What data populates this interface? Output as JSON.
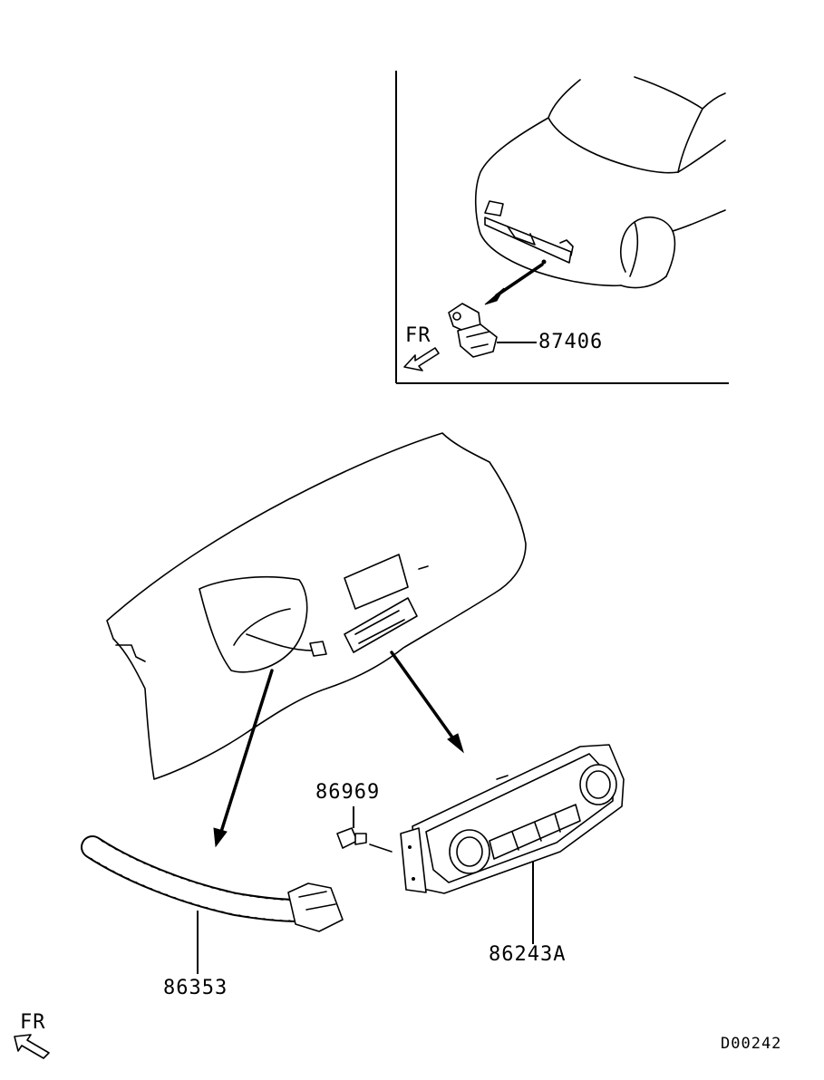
{
  "parts": {
    "sensor": "87406",
    "clip": "86969",
    "harness": "86353",
    "control_unit": "86243A"
  },
  "direction": {
    "inset_label": "FR",
    "main_label": "FR"
  },
  "drawing_code": "D00242"
}
